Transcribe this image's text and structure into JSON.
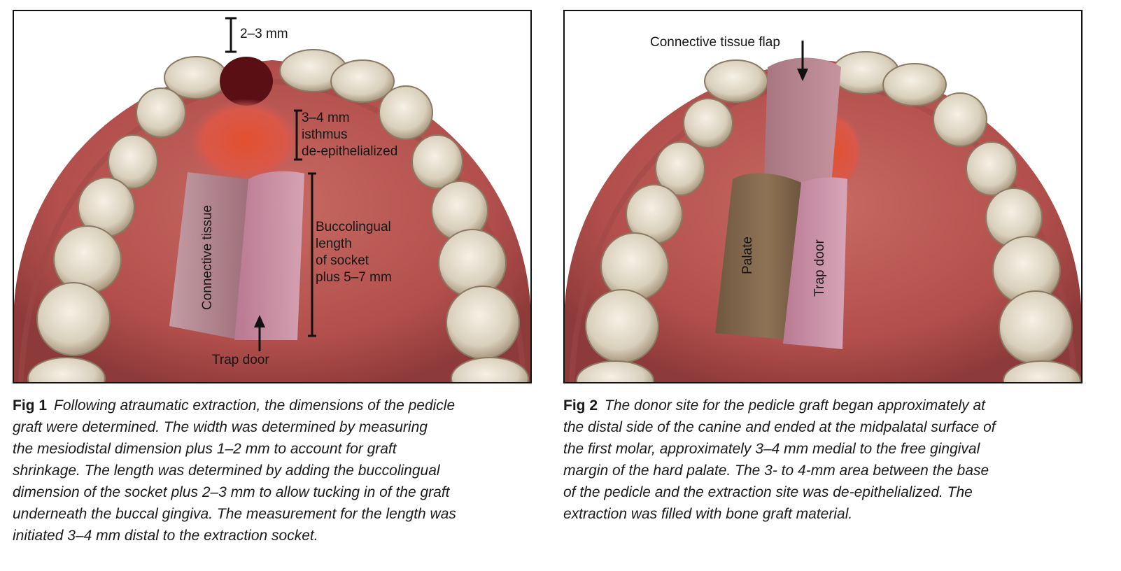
{
  "fig1": {
    "labels": {
      "top_gap": "2–3 mm",
      "isthmus_line1": "3–4 mm",
      "isthmus_line2": "isthmus",
      "isthmus_line3": "de-epithelialized",
      "connective_tissue": "Connective tissue",
      "length_line1": "Buccolingual",
      "length_line2": "length",
      "length_line3": "of socket",
      "length_line4": "plus 5–7 mm",
      "trap_door": "Trap door"
    },
    "caption": {
      "number": "Fig 1",
      "text_lines": [
        "Following atraumatic extraction, the dimensions of the pedicle",
        "graft were determined. The width was determined by measuring",
        "the mesiodistal dimension plus 1–2 mm to account for graft",
        "shrinkage. The length was determined by adding the buccolingual",
        "dimension of the socket plus 2–3 mm to allow tucking in of the graft",
        "underneath the buccal gingiva. The measurement for the length was",
        "initiated 3–4 mm distal to the extraction socket."
      ]
    }
  },
  "fig2": {
    "labels": {
      "flap": "Connective tissue flap",
      "palate": "Palate",
      "trap_door": "Trap door"
    },
    "caption": {
      "number": "Fig 2",
      "text_lines": [
        "The donor site for the pedicle graft began approximately at",
        "the distal side of the canine and ended at the midpalatal surface of",
        "the first molar, approximately 3–4 mm medial to the free gingival",
        "margin of the hard palate. The 3- to 4-mm area between the base",
        "of the pedicle and the extraction site was de-epithelialized. The",
        "extraction was filled with bone graft material."
      ]
    }
  },
  "colors": {
    "palate": "#b85450",
    "gum_dark": "#7a2a2a",
    "tooth": "#e9e2d2",
    "connective_tissue": "#b98e98",
    "trap_door": "#c58fa5",
    "palate_flap": "#8a6e52",
    "deepithelialized": "#e0553a",
    "socket": "#5a0f15"
  }
}
